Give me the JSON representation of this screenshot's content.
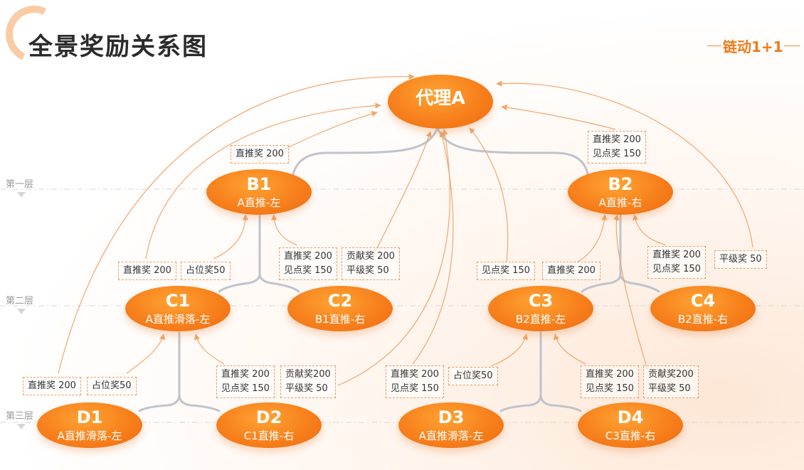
{
  "title": "全景奖励关系图",
  "brand": "链动1+1",
  "layers": [
    "第一层",
    "第二层",
    "第三层"
  ],
  "nodes": {
    "A": {
      "name": "代理A",
      "sub": ""
    },
    "B1": {
      "name": "B1",
      "sub": "A直推-左"
    },
    "B2": {
      "name": "B2",
      "sub": "A直推-右"
    },
    "C1": {
      "name": "C1",
      "sub": "A直推滑落-左"
    },
    "C2": {
      "name": "C2",
      "sub": "B1直推-右"
    },
    "C3": {
      "name": "C3",
      "sub": "B2直推-左"
    },
    "C4": {
      "name": "C4",
      "sub": "B2直推-右"
    },
    "D1": {
      "name": "D1",
      "sub": "A直推滑落-左"
    },
    "D2": {
      "name": "D2",
      "sub": "C1直推-右"
    },
    "D3": {
      "name": "D3",
      "sub": "A直推滑落-左"
    },
    "D4": {
      "name": "D4",
      "sub": "C3直推-右"
    }
  },
  "rewards": {
    "b1_direct": [
      "直推奖 200"
    ],
    "b2_direct": [
      "直推奖 200",
      "见点奖 150"
    ],
    "c1_direct": [
      "直推奖 200"
    ],
    "c1_place": [
      "占位奖50"
    ],
    "c2_direct": [
      "直推奖 200",
      "见点奖 150"
    ],
    "c2_contrib": [
      "贡献奖 200",
      "平级奖 50"
    ],
    "c3_see": [
      "见点奖 150"
    ],
    "c3_direct": [
      "直推奖 200"
    ],
    "c4_direct": [
      "直推奖 200",
      "见点奖 150"
    ],
    "c4_level": [
      "平级奖 50"
    ],
    "d1_direct": [
      "直推奖 200"
    ],
    "d1_place": [
      "占位奖50"
    ],
    "d2_direct": [
      "直推奖 200",
      "见点奖 150"
    ],
    "d2_contrib": [
      "贡献奖200",
      "平级奖 50"
    ],
    "d3_direct": [
      "直推奖 200",
      "见点奖 150"
    ],
    "d3_place": [
      "占位奖50"
    ],
    "d4_direct": [
      "直推奖 200",
      "见点奖 150"
    ],
    "d4_contrib": [
      "贡献奖200",
      "平级奖 50"
    ]
  },
  "colors": {
    "accent": "#f7801c",
    "arrow": "#f4a56b",
    "tree": "#bfc3cc"
  }
}
